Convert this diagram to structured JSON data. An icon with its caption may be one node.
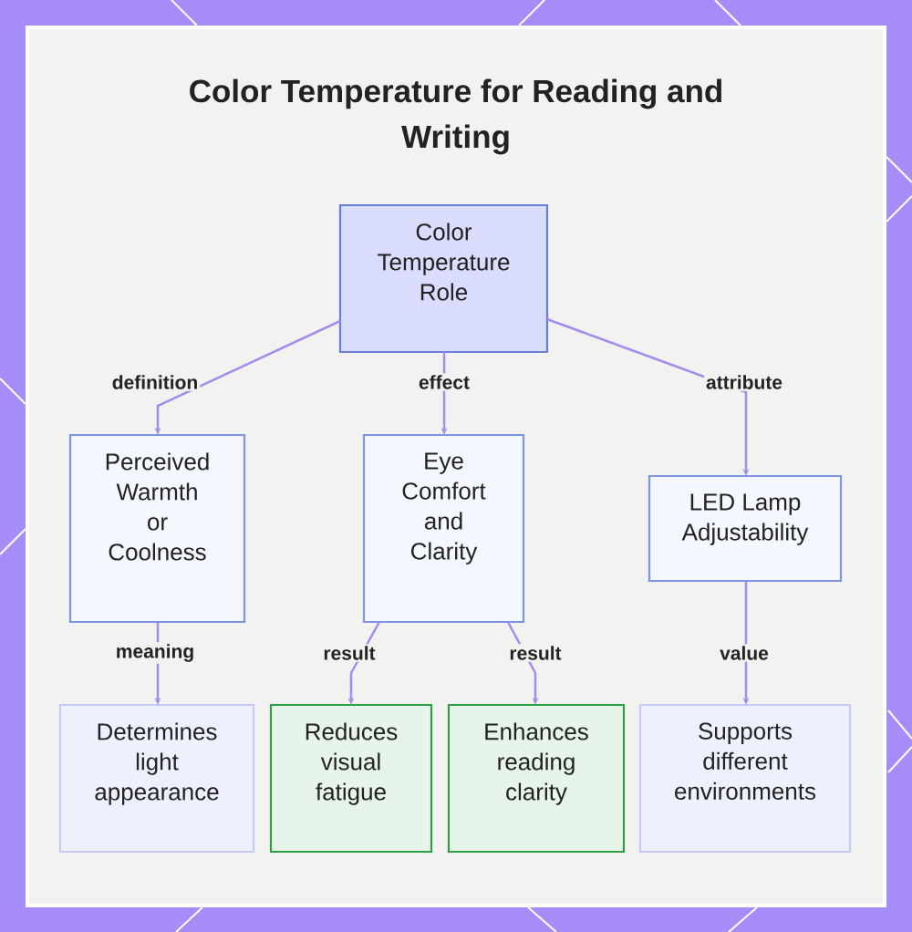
{
  "diagram": {
    "title": "Color Temperature for Reading and Writing",
    "nodes": [
      {
        "text": [
          "Color Temperature Role"
        ]
      },
      {
        "text": [
          "Perceived Warmth or Coolness"
        ]
      },
      {
        "text": [
          "Eye Comfort and Clarity"
        ]
      },
      {
        "text": [
          "LED Lamp Adjustability"
        ]
      },
      {
        "text": [
          "Determines light appearance"
        ]
      },
      {
        "text": [
          "Reduces visual fatigue"
        ]
      },
      {
        "text": [
          "Enhances reading clarity"
        ]
      },
      {
        "text": [
          "Supports different environments"
        ]
      }
    ],
    "edges": [
      {
        "from": 0,
        "to": 1,
        "arrow": "to",
        "label": "definition"
      },
      {
        "from": 0,
        "to": 2,
        "arrow": "to",
        "label": "effect"
      },
      {
        "from": 0,
        "to": 3,
        "arrow": "to",
        "label": "attribute"
      },
      {
        "from": 1,
        "to": 4,
        "arrow": "to",
        "label": "meaning"
      },
      {
        "from": 2,
        "to": 5,
        "arrow": "to",
        "label": "result"
      },
      {
        "from": 2,
        "to": 6,
        "arrow": "to",
        "label": "result"
      },
      {
        "from": 3,
        "to": 7,
        "arrow": "to",
        "label": "value"
      }
    ]
  }
}
